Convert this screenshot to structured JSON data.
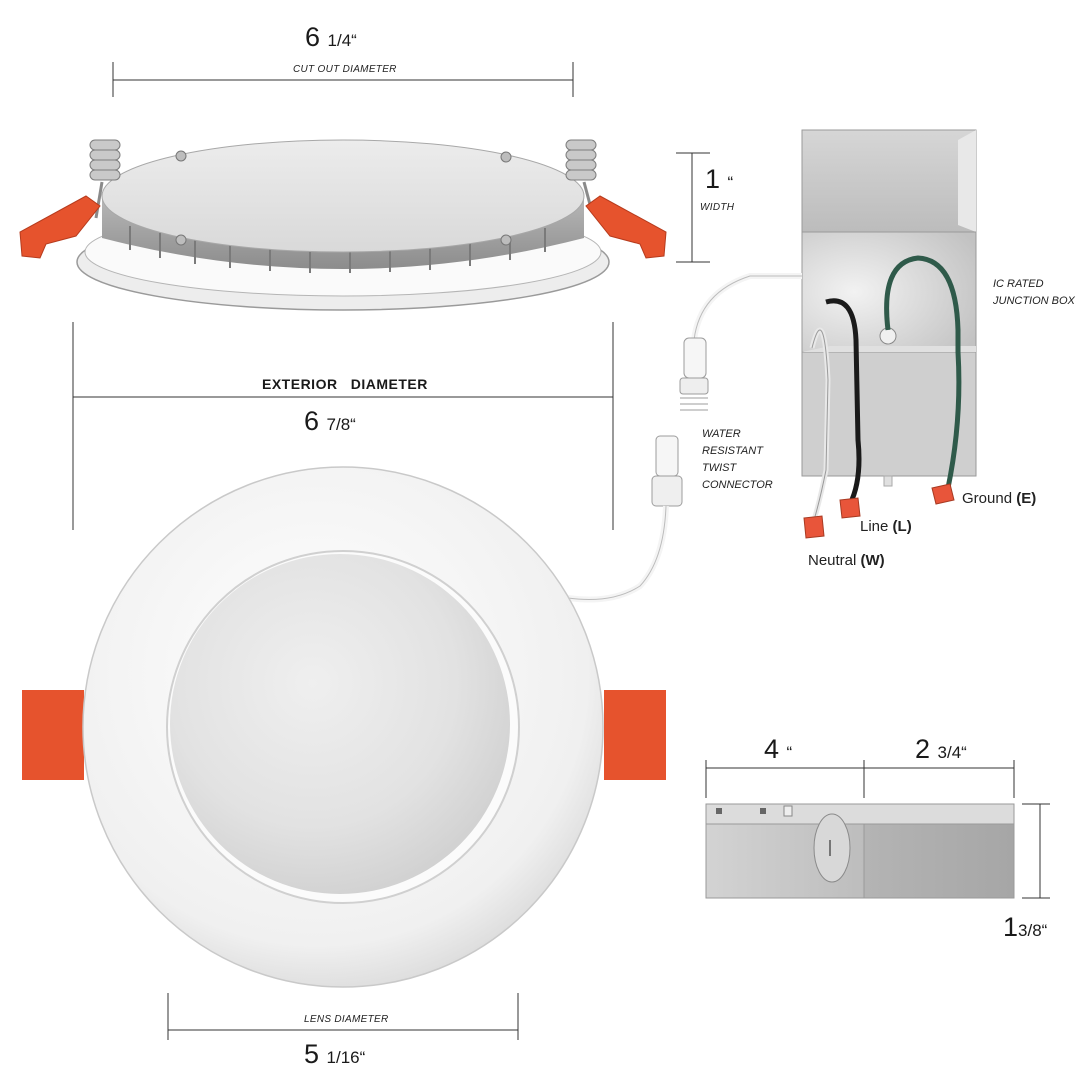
{
  "dimensions": {
    "cutout": {
      "whole": "6",
      "fraction": "1/4“",
      "caption": "CUT OUT DIAMETER"
    },
    "height": {
      "whole": "1",
      "fraction": "“",
      "caption": "WIDTH"
    },
    "exterior": {
      "caption": "EXTERIOR   DIAMETER",
      "whole": "6",
      "fraction": "7/8“"
    },
    "lens": {
      "caption": "LENS DIAMETER",
      "whole": "5",
      "fraction": "1/16“"
    },
    "box_length": {
      "whole": "4",
      "fraction": "“"
    },
    "box_width": {
      "whole": "2",
      "fraction": "3/4“"
    },
    "box_height": {
      "whole": "1",
      "fraction": "3/8“"
    }
  },
  "labels": {
    "junction_box": [
      "IC RATED",
      "JUNCTION BOX"
    ],
    "connector": [
      "WATER",
      "RESISTANT",
      "TWIST",
      "CONNECTOR"
    ],
    "ground": {
      "name": "Ground",
      "code": "(E)"
    },
    "line": {
      "name": "Line",
      "code": "(L)"
    },
    "neutral": {
      "name": "Neutral",
      "code": "(W)"
    }
  },
  "colors": {
    "clip": "#e6532d",
    "trim": "#f2f2f2",
    "ground_wire": "#2f5a4a",
    "line_wire": "#1a1a1a",
    "neutral_wire": "#e8e8e8",
    "wire_nut": "#e8553a",
    "box_metal": "#c8c8c8"
  }
}
